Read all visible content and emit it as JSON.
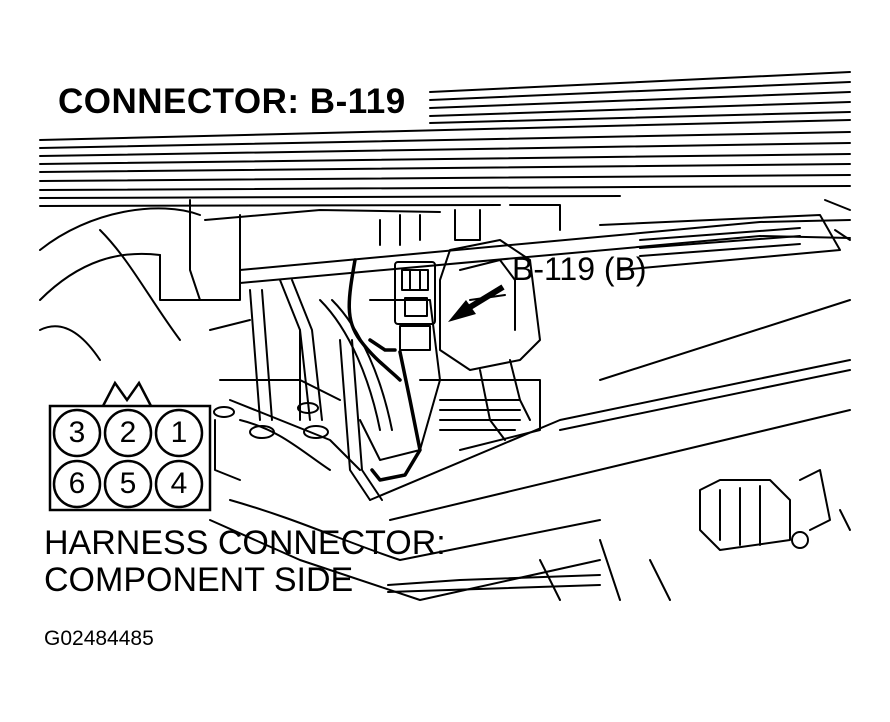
{
  "title": "CONNECTOR: B-119",
  "callout": "B-119 (B)",
  "caption": {
    "line1": "HARNESS CONNECTOR:",
    "line2": "COMPONENT SIDE"
  },
  "figure_id": "G02484485",
  "pins": {
    "top": [
      "3",
      "2",
      "1"
    ],
    "bottom": [
      "6",
      "5",
      "4"
    ]
  }
}
